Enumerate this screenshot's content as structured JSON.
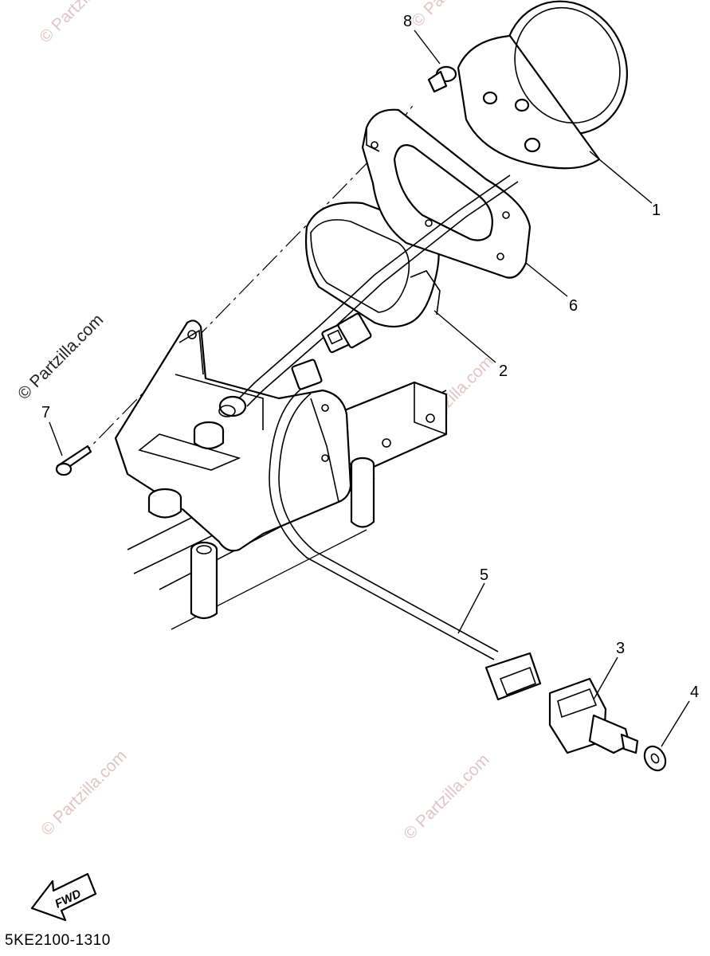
{
  "watermark": {
    "text": "© Partzilla.com"
  },
  "callouts": [
    {
      "id": "1",
      "label": "1"
    },
    {
      "id": "2",
      "label": "2"
    },
    {
      "id": "3",
      "label": "3"
    },
    {
      "id": "4",
      "label": "4"
    },
    {
      "id": "5",
      "label": "5"
    },
    {
      "id": "6",
      "label": "6"
    },
    {
      "id": "7",
      "label": "7"
    },
    {
      "id": "8",
      "label": "8"
    }
  ],
  "fwd": {
    "label": "FWD"
  },
  "diagram_code": "5KE2100-1310"
}
